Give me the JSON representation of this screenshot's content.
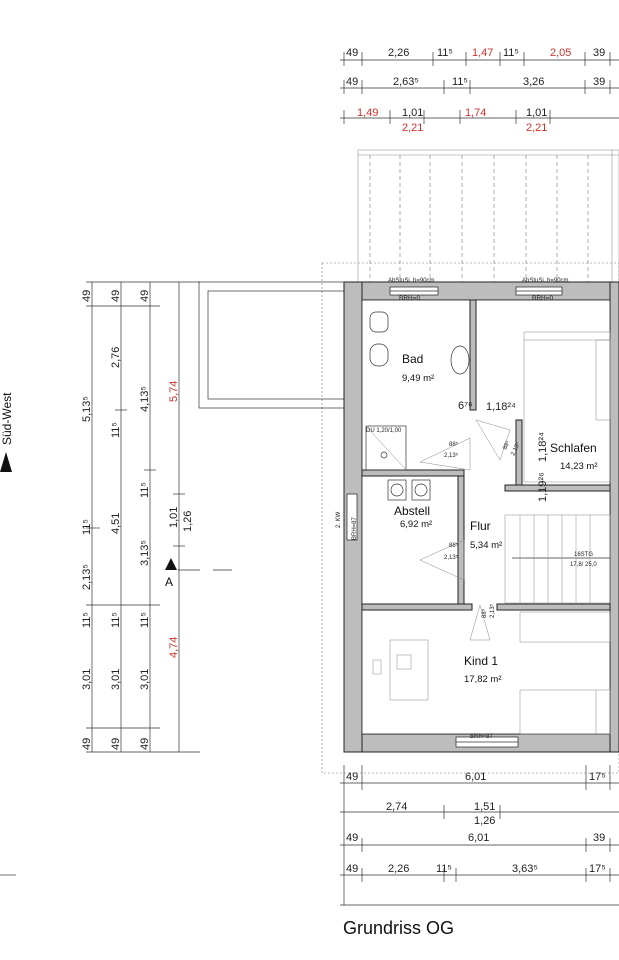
{
  "plan_title": "Grundriss OG",
  "direction": {
    "label": "Süd-West"
  },
  "section": {
    "label": "A"
  },
  "rooms": {
    "bad": {
      "name": "Bad",
      "area": "9,49 m²"
    },
    "schlafen": {
      "name": "Schlafen",
      "area": "14,23 m²"
    },
    "abstell": {
      "name": "Abstell",
      "area": "6,92 m²"
    },
    "flur": {
      "name": "Flur",
      "area": "5,34 m²"
    },
    "kind1": {
      "name": "Kind 1",
      "area": "17,82 m²"
    }
  },
  "labels": {
    "absturz_left": "AbStuSi. h=90cm",
    "absturz_right": "AbStuSi. h=90cm",
    "brh_top_left": "BRH=0",
    "brh_top_right": "BRH=0",
    "brh_left": "BRH=87",
    "brh_bottom": "BRH=87",
    "kw": "2. KW",
    "du": "DU 1,20/1,00",
    "stair": "16STG",
    "stair2": "17,8/ 25,0",
    "door_flur_top": "88⁵",
    "door_flur_top2": "2,13⁵",
    "door_flur_mid": "88⁵",
    "door_flur_mid2": "2,13⁵",
    "door_schlafen": "88⁵",
    "door_schlafen2": "2,13⁵",
    "door_kind": "88⁵",
    "door_kind2": "2,13⁵",
    "flur_dim_a": "6⁷⁶",
    "flur_dim_b": "1,18²⁴",
    "flur_dim_c": "1,18²⁴",
    "flur_dim_d": "1,19²⁶"
  },
  "dims_top": {
    "row1": [
      "49",
      "2,26",
      "11⁵",
      "1,47",
      "11⁵",
      "2,05",
      "39"
    ],
    "row2": [
      "49",
      "2,63⁵",
      "11⁵",
      "3,26",
      "39"
    ],
    "row3": [
      "1,49",
      "1,01",
      "2,21",
      "1,74",
      "1,01",
      "2,21"
    ]
  },
  "dims_bottom": {
    "row1": [
      "49",
      "6,01",
      "17⁵"
    ],
    "row2": [
      "2,74",
      "1,51",
      "1,26"
    ],
    "row3": [
      "49",
      "6,01",
      "39"
    ],
    "row4": [
      "49",
      "2,26",
      "11⁵",
      "3,63⁵",
      "17⁵"
    ]
  },
  "dims_left": {
    "col1": [
      "49",
      "5,13⁵",
      "11⁵",
      "2,13⁵",
      "11⁵",
      "3,01",
      "49"
    ],
    "col2": [
      "49",
      "2,76",
      "11⁵",
      "4,51",
      "11⁵",
      "3,01",
      "49"
    ],
    "col3": [
      "49",
      "4,13⁵",
      "11⁵",
      "3,13⁵",
      "11⁵",
      "3,01",
      "49"
    ],
    "col4": [
      "5,74",
      "1,01",
      "1,26",
      "4,74"
    ]
  }
}
